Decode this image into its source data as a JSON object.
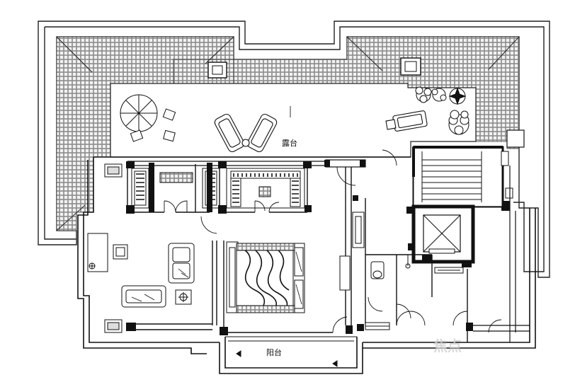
{
  "labels": {
    "terrace": "露台",
    "balcony": "阳台"
  },
  "watermark": "焦点"
}
